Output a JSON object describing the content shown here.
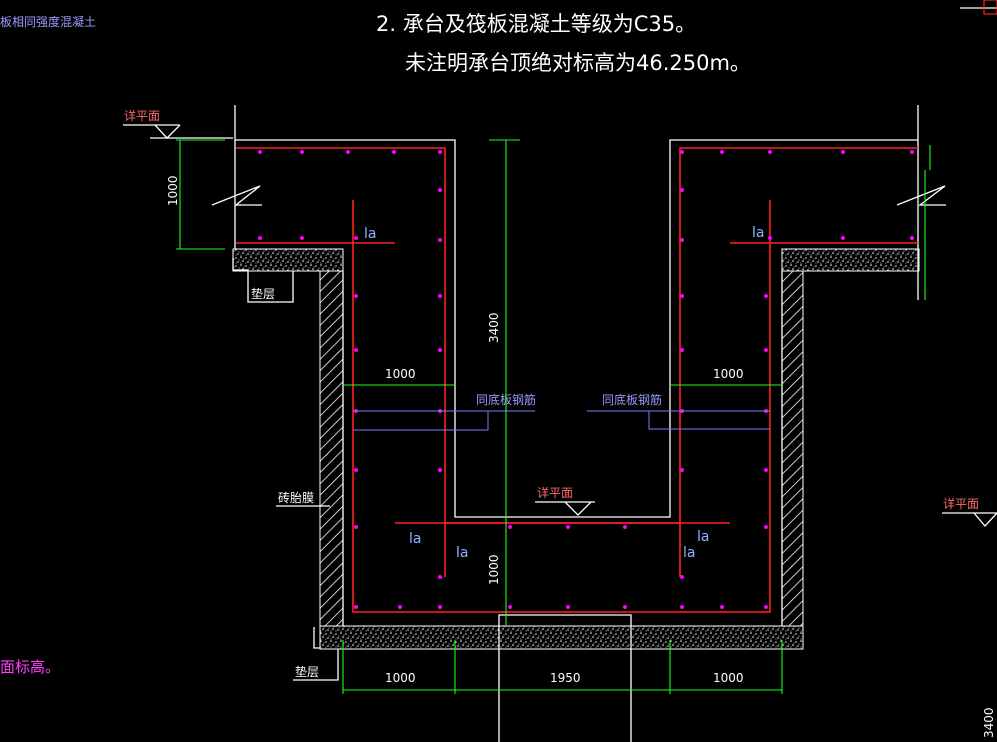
{
  "notes": {
    "line1": "2. 承台及筏板混凝土等级为C35。",
    "line2": "未注明承台顶绝对标高为46.250m。"
  },
  "edge_texts": {
    "top_left": "板相同强度混凝土",
    "bottom_left": "面标高。"
  },
  "labels": {
    "see_plan": "详平面",
    "cushion": "垫层",
    "brick_tire_mold": "砖胎膜",
    "same_as_floor_rebar": "同底板钢筋",
    "la": "la"
  },
  "dimensions": {
    "left_height": "1000",
    "center_height": "3400",
    "inner_left_width": "1000",
    "inner_right_width": "1000",
    "bottom_depth": "1000",
    "bottom_left": "1000",
    "bottom_middle": "1950",
    "bottom_right": "1000",
    "right_edge": "3400"
  },
  "colors": {
    "rebar": "#ff2020",
    "dimension": "#19ff19",
    "outline": "#ffffff",
    "rebar_dots": "#ff00ff",
    "annotation_blue": "#7a7aff",
    "label_red": "#ff6a6a"
  }
}
